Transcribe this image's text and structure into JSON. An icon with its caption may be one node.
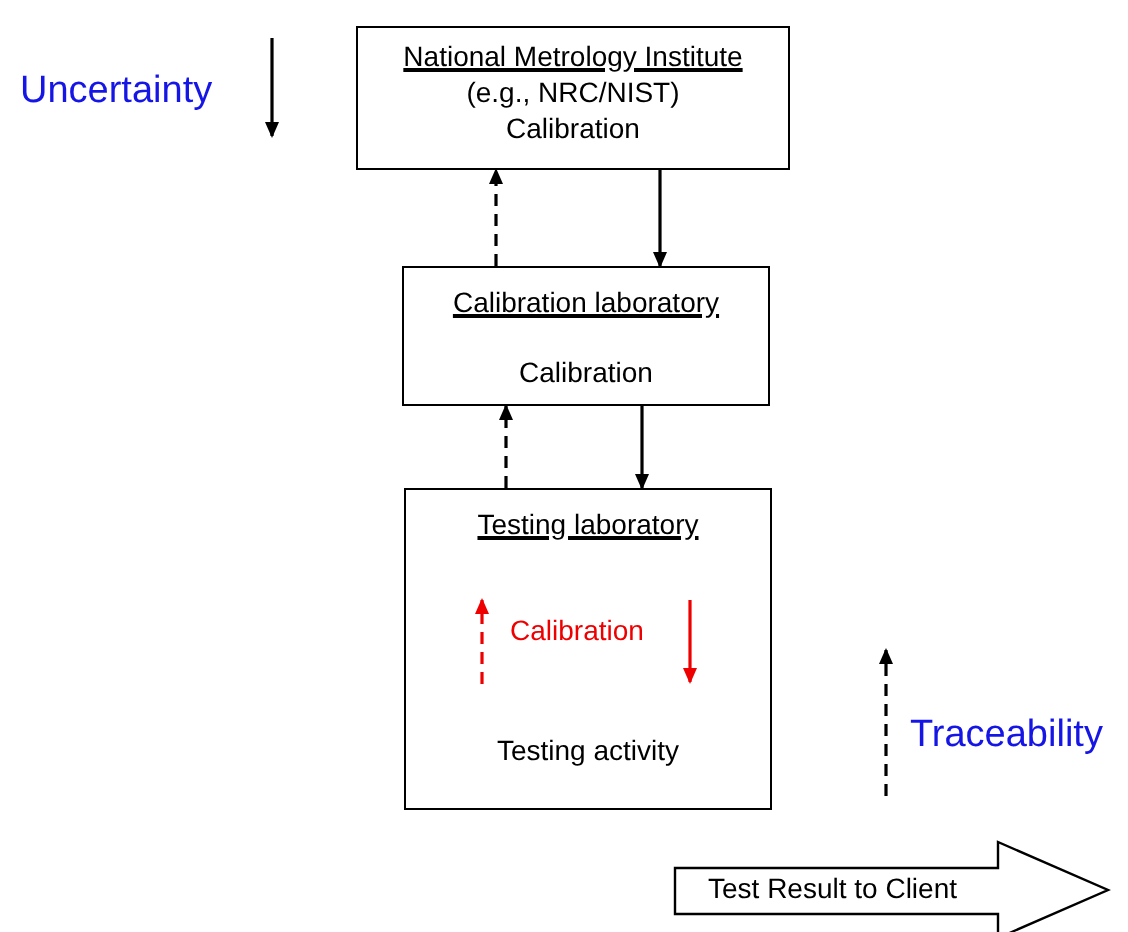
{
  "diagram": {
    "nodes": [
      {
        "text": [
          "National Metrology Institute",
          "(e.g., NRC/NIST)",
          "Calibration"
        ]
      },
      {
        "text": [
          "Calibration laboratory",
          "Calibration"
        ]
      },
      {
        "text": [
          "Testing laboratory",
          "Calibration",
          "Testing activity"
        ]
      },
      {
        "text": [
          "Test Result to Client"
        ]
      }
    ],
    "edges": [
      {
        "from": 0,
        "to": 1,
        "arrow": "to"
      },
      {
        "from": 1,
        "to": 0,
        "arrow": "to",
        "style": "dashed"
      },
      {
        "from": 1,
        "to": 2,
        "arrow": "to"
      },
      {
        "from": 2,
        "to": 1,
        "arrow": "to",
        "style": "dashed"
      }
    ],
    "labels": [
      "Uncertainty",
      "Traceability"
    ]
  }
}
